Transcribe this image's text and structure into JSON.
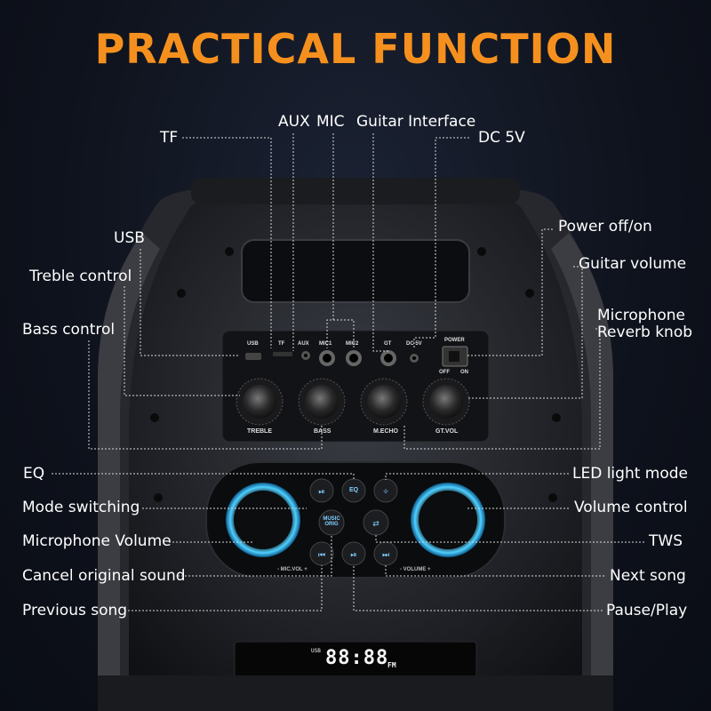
{
  "title": "PRACTICAL FUNCTION",
  "labels": {
    "tf": "TF",
    "aux": "AUX",
    "mic": "MIC",
    "guitar_interface": "Guitar Interface",
    "dc": "DC 5V",
    "usb": "USB",
    "treble": "Treble control",
    "bass": "Bass control",
    "power": "Power off/on",
    "guitar_volume": "Guitar volume",
    "mic_reverb_1": "Microphone",
    "mic_reverb_2": "Reverb knob",
    "eq": "EQ",
    "mode": "Mode switching",
    "mic_volume": "Microphone Volume",
    "cancel": "Cancel original sound",
    "previous": "Previous song",
    "led": "LED light mode",
    "volume_control": "Volume control",
    "tws": "TWS",
    "next": "Next song",
    "pause": "Pause/Play"
  },
  "panel": {
    "usb": "USB",
    "tf": "TF",
    "aux": "AUX",
    "mic1": "MIC1",
    "mic2": "MIC2",
    "gt": "GT",
    "dc": "DC 5V",
    "power": "POWER",
    "off": "OFF",
    "on": "ON",
    "treble": "TREBLE",
    "bass": "BASS",
    "mecho": "M.ECHO",
    "gtvol": "GT.VOL"
  },
  "controls": {
    "eq": "EQ",
    "music1": "MUSIC",
    "music2": "ORIG",
    "mic_vol": "- MIC.VOL +",
    "volume": "- VOLUME +"
  },
  "display": {
    "digits": "88:88",
    "usb": "USB",
    "fm": "FM"
  },
  "colors": {
    "title": "#f5901e",
    "ring": "#35b6ff"
  }
}
